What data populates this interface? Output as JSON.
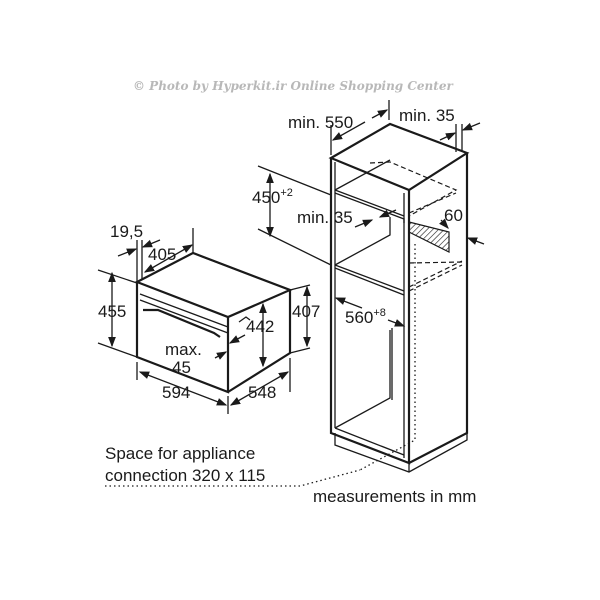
{
  "watermark": "© Photo by Hyperkit.ir Online Shopping Center",
  "dimensions": {
    "oven_depth_front": "19,5",
    "oven_depth": "405",
    "oven_height": "455",
    "oven_inner_height": "442",
    "oven_side_height": "407",
    "max_label": "max.",
    "max_value": "45",
    "oven_width": "594",
    "oven_side_depth": "548",
    "cabinet_depth": "min. 550",
    "cabinet_back_gap": "min. 35",
    "niche_height": "450",
    "niche_height_tol": "+2",
    "shelf_gap": "min. 35",
    "vent_depth": "60",
    "niche_width": "560",
    "niche_width_tol": "+8"
  },
  "notes": {
    "connection_line1": "Space for appliance",
    "connection_line2": "connection 320 x 115",
    "units": "measurements in mm"
  }
}
